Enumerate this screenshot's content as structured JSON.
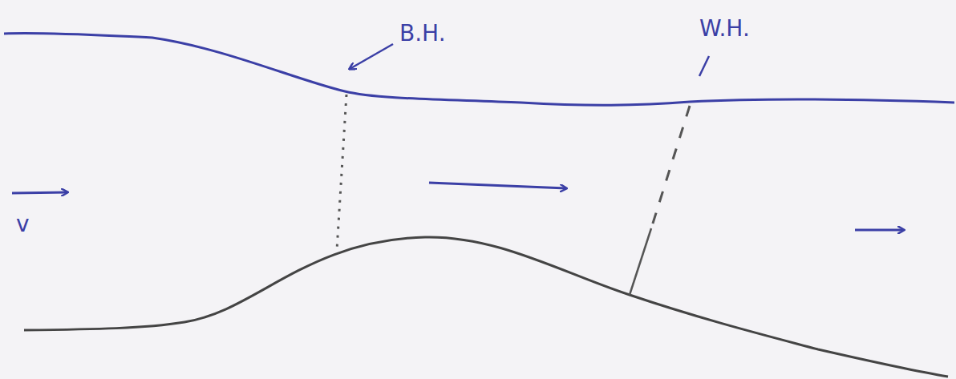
{
  "diagram": {
    "labels": [
      "B.H.",
      "W.H.",
      "v"
    ]
  }
}
